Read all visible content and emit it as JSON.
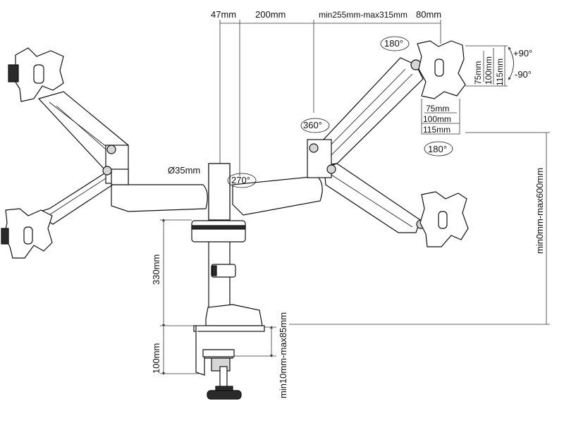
{
  "dimensions": {
    "top_47": "47mm",
    "top_200": "200mm",
    "top_arm_range": "min255mm-max315mm",
    "top_80": "80mm",
    "pole_diameter": "Ø35mm",
    "pole_height": "330mm",
    "clamp_height": "100mm",
    "clamp_range": "min10mm-max85mm",
    "height_range": "min0mm-max600mm",
    "vesa_75_h": "75mm",
    "vesa_100_h": "100mm",
    "vesa_115_h": "115mm",
    "vesa_75_w": "75mm",
    "vesa_100_w": "100mm",
    "vesa_115_w": "115mm"
  },
  "rotations": {
    "rotate_180_top": "180°",
    "rotate_360": "360°",
    "rotate_180_bottom": "180°",
    "rotate_270": "270°",
    "tilt_plus": "+90°",
    "tilt_minus": "-90°"
  }
}
